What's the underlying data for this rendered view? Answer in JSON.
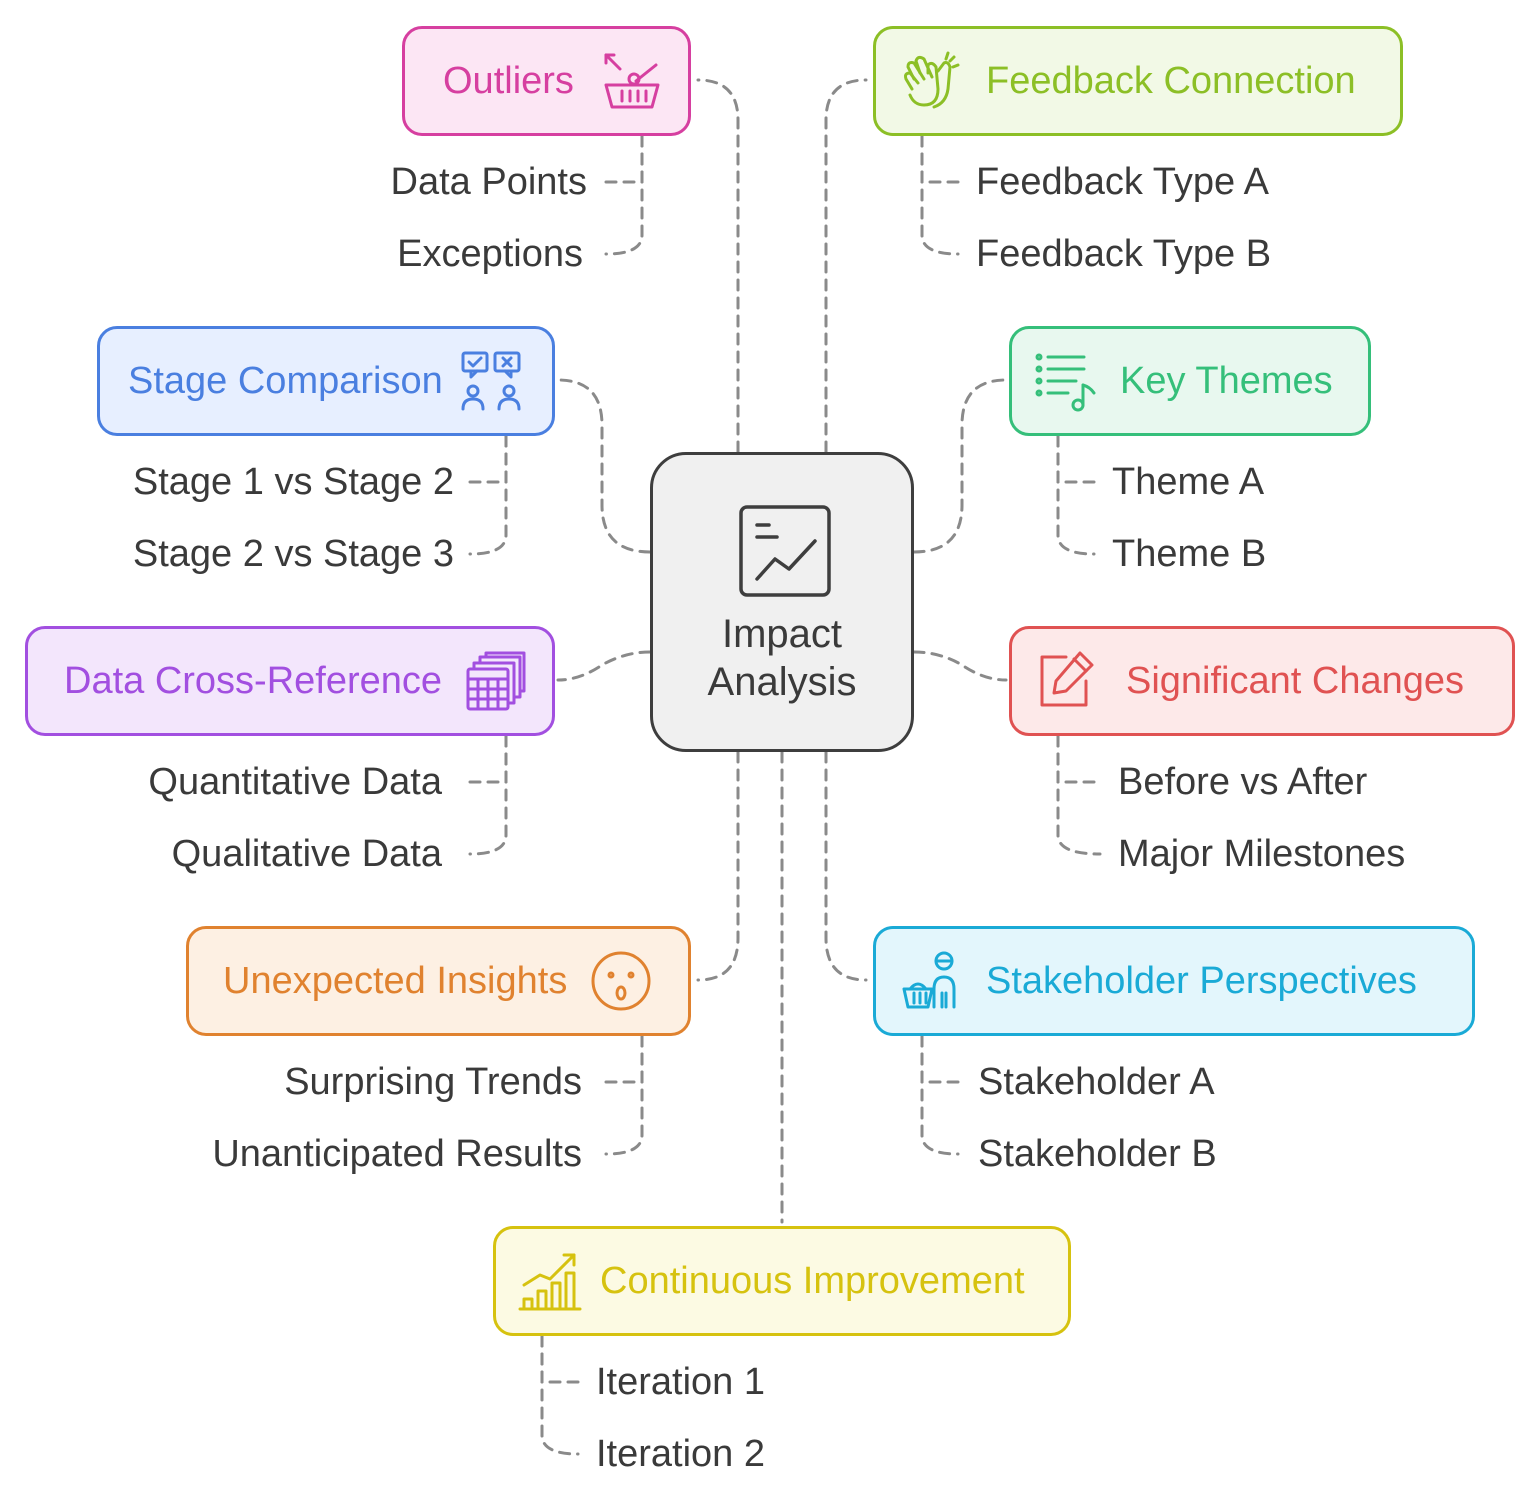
{
  "center": {
    "line1": "Impact",
    "line2": "Analysis",
    "icon": "trend-chart-icon"
  },
  "nodes": {
    "outliers": {
      "label": "Outliers",
      "icon": "basket-arrows-icon",
      "color": "#d63fa0",
      "fill": "#fce6f4",
      "items": [
        "Data Points",
        "Exceptions"
      ]
    },
    "feedback": {
      "label": "Feedback Connection",
      "icon": "clapping-hands-icon",
      "color": "#8cbf26",
      "fill": "#f2f9e6",
      "items": [
        "Feedback Type A",
        "Feedback Type B"
      ]
    },
    "stage": {
      "label": "Stage Comparison",
      "icon": "compare-people-icon",
      "color": "#4a7fe0",
      "fill": "#e7efff",
      "items": [
        "Stage 1 vs Stage 2",
        "Stage 2 vs Stage 3"
      ]
    },
    "themes": {
      "label": "Key Themes",
      "icon": "playlist-icon",
      "color": "#35bf7a",
      "fill": "#e8f8ef",
      "items": [
        "Theme A",
        "Theme B"
      ]
    },
    "crossref": {
      "label": "Data Cross-Reference",
      "icon": "stacked-tables-icon",
      "color": "#a24fe0",
      "fill": "#f3e6fc",
      "items": [
        "Quantitative Data",
        "Qualitative Data"
      ]
    },
    "changes": {
      "label": "Significant Changes",
      "icon": "edit-pencil-icon",
      "color": "#e05252",
      "fill": "#fde9e9",
      "items": [
        "Before vs After",
        "Major Milestones"
      ]
    },
    "insights": {
      "label": "Unexpected Insights",
      "icon": "surprised-face-icon",
      "color": "#e0822f",
      "fill": "#fdf0e3",
      "items": [
        "Surprising Trends",
        "Unanticipated Results"
      ]
    },
    "stakeholder": {
      "label": "Stakeholder Perspectives",
      "icon": "shopper-basket-icon",
      "color": "#1aaad6",
      "fill": "#e3f6fc",
      "items": [
        "Stakeholder A",
        "Stakeholder B"
      ]
    },
    "improvement": {
      "label": "Continuous Improvement",
      "icon": "growth-bars-icon",
      "color": "#d6c20f",
      "fill": "#fcfae3",
      "items": [
        "Iteration 1",
        "Iteration 2"
      ]
    }
  }
}
